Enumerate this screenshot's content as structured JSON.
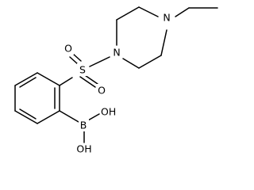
{
  "atoms": {
    "n_top": "N",
    "n_mid": "N",
    "s": "S",
    "o_left": "O",
    "o_bottom": "O",
    "b": "B",
    "oh_upper": "OH",
    "oh_lower": "OH"
  },
  "colors": {
    "ink": "#000000",
    "background": "#ffffff"
  }
}
